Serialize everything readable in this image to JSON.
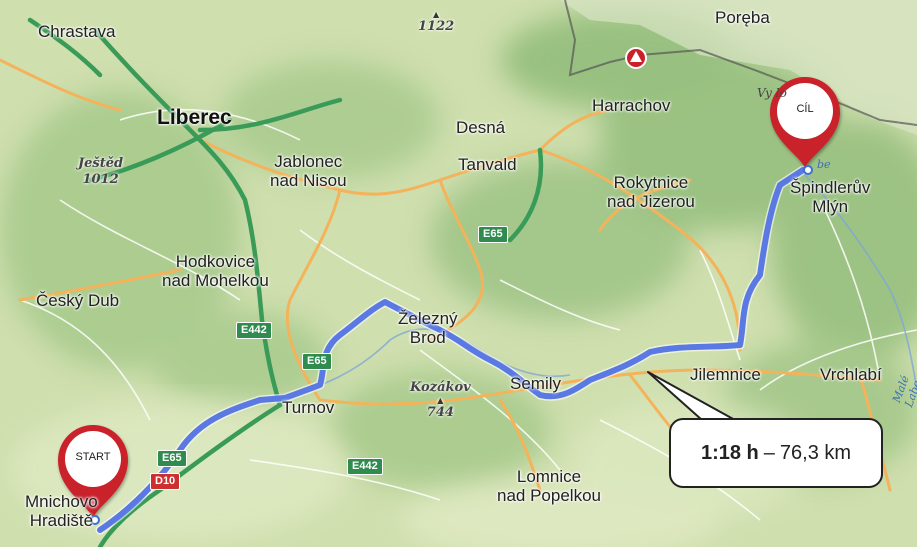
{
  "places": [
    {
      "key": "chrastava",
      "label": "Chrastava",
      "kind": "town"
    },
    {
      "key": "poreba",
      "label": "Poręba",
      "kind": "town"
    },
    {
      "key": "liberec",
      "label": "Liberec",
      "kind": "city"
    },
    {
      "key": "desna",
      "label": "Desná",
      "kind": "town"
    },
    {
      "key": "harrachov",
      "label": "Harrachov",
      "kind": "town"
    },
    {
      "key": "jablonec",
      "label": "Jablonec\nnad Nisou",
      "kind": "town"
    },
    {
      "key": "tanvald",
      "label": "Tanvald",
      "kind": "town"
    },
    {
      "key": "rokytnice",
      "label": "Rokytnice\nnad Jizerou",
      "kind": "town"
    },
    {
      "key": "spindleruv",
      "label": "Špindlerův\nMlýn",
      "kind": "town"
    },
    {
      "key": "hodkovice",
      "label": "Hodkovice\nnad Mohelkou",
      "kind": "town"
    },
    {
      "key": "cesky_dub",
      "label": "Český Dub",
      "kind": "town"
    },
    {
      "key": "zelezny_brod",
      "label": "Železný\nBrod",
      "kind": "town"
    },
    {
      "key": "turnov",
      "label": "Turnov",
      "kind": "town"
    },
    {
      "key": "semily",
      "label": "Semily",
      "kind": "town"
    },
    {
      "key": "jilemnice",
      "label": "Jilemnice",
      "kind": "town"
    },
    {
      "key": "vrchlabi",
      "label": "Vrchlabí",
      "kind": "town"
    },
    {
      "key": "lomnice",
      "label": "Lomnice\nnad Popelkou",
      "kind": "town"
    },
    {
      "key": "mnichovo",
      "label": "Mnichovo\nHradiště",
      "kind": "town"
    }
  ],
  "peaks": [
    {
      "key": "peak_1122",
      "name": "",
      "elevation": "1122"
    },
    {
      "key": "jested",
      "name": "Ještěd",
      "elevation": "1012"
    },
    {
      "key": "kozakov",
      "name": "Kozákov",
      "elevation": "744"
    }
  ],
  "roads": [
    {
      "key": "e65_north",
      "label": "E65",
      "color": "green"
    },
    {
      "key": "e442_west",
      "label": "E442",
      "color": "green"
    },
    {
      "key": "e65_turnov",
      "label": "E65",
      "color": "green"
    },
    {
      "key": "e65_south",
      "label": "E65",
      "color": "green"
    },
    {
      "key": "d10",
      "label": "D10",
      "color": "red"
    },
    {
      "key": "e442_south",
      "label": "E442",
      "color": "green"
    }
  ],
  "other_labels": {
    "vysoke": "Vy          lo",
    "river_labe": "be",
    "river_male": "Malé Labe"
  },
  "markers": {
    "start": "START",
    "finish": "CÍL"
  },
  "callout": {
    "duration": "1:18 h",
    "separator": "–",
    "distance": "76,3 km"
  },
  "colors": {
    "route": "#5b79e3",
    "marker_red": "#c9202a",
    "highway_green": "#2f8c4e",
    "terrain": "#c9dba5",
    "forest": "#9cc383",
    "road_orange": "#f4b35a"
  }
}
